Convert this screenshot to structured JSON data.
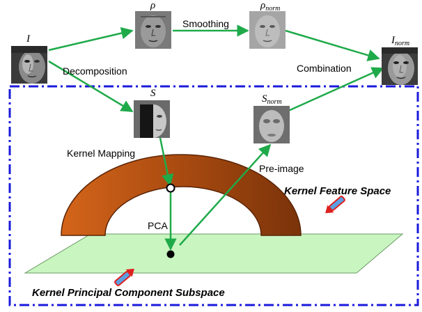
{
  "symbols": {
    "input": "I",
    "rho": "ρ",
    "rho_norm_base": "ρ",
    "rho_norm_sub": "norm",
    "s": "S",
    "s_norm_base": "S",
    "s_norm_sub": "norm",
    "i_norm_base": "I",
    "i_norm_sub": "norm"
  },
  "labels": {
    "smoothing": "Smoothing",
    "decomposition": "Decomposition",
    "combination": "Combination",
    "kernel_mapping": "Kernel Mapping",
    "pre_image": "Pre-image",
    "pca": "PCA",
    "kernel_feature_space": "Kernel Feature Space",
    "kernel_subspace": "Kernel Principal Component Subspace"
  },
  "colors": {
    "arrow": "#1faa4a",
    "dashed_border": "#1a1adc",
    "arch_dark": "#8a3c0c",
    "arch_light": "#d4651a",
    "plane_fill": "#c9f5c0",
    "pointer_red": "#e02020",
    "pointer_blue": "#5aa0e0"
  }
}
